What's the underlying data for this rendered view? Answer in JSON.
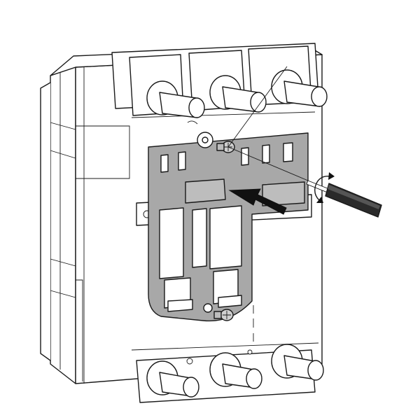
{
  "figure": {
    "description_free": true,
    "colors": {
      "line": "#1a1a1a",
      "body_fill": "#ffffff",
      "plate_fill": "#a8a8a8",
      "plate_shadow": "#8c8c8c",
      "tool_fill": "#2a2a2a",
      "arrow_fill": "#111111"
    },
    "parts": {
      "breaker": "breaker-body",
      "terminals_top": 3,
      "terminals_bottom": 3,
      "cover_plate": "gray-plate",
      "screws": 2,
      "tool": "screwdriver",
      "direction_arrow": "insert-arrow",
      "rotation_marker": "rotate-cw-icon"
    }
  }
}
